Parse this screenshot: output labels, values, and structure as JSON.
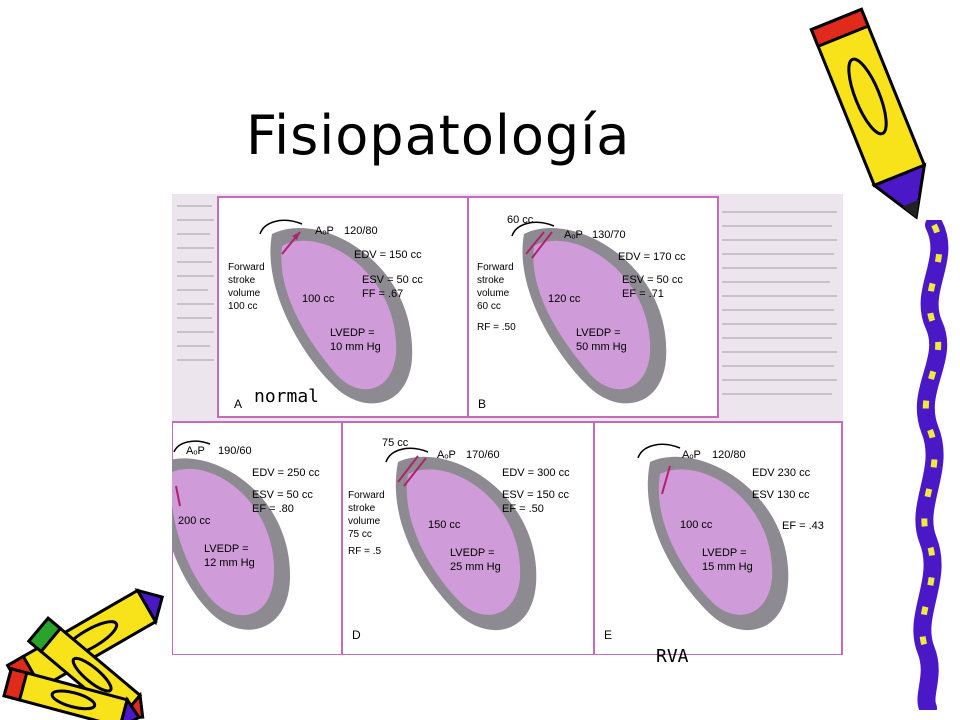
{
  "slide": {
    "title": "Fisiopatología",
    "note_normal": "normal",
    "note_rva": "RVA"
  },
  "panels": {
    "A": {
      "letter": "A",
      "aop_label": "AₒP",
      "pressure": "120/80",
      "edv": "EDV = 150 cc",
      "esv": "ESV = 50 cc",
      "ef": "FF = .67",
      "fsv1": "Forward",
      "fsv2": "stroke",
      "fsv3": "volume",
      "fsv4": "100 cc",
      "inner": "100 cc",
      "lvedp1": "LVEDP =",
      "lvedp2": "10 mm Hg"
    },
    "B": {
      "letter": "B",
      "regurg": "60 cc",
      "aop_label": "AₒP",
      "pressure": "130/70",
      "edv": "EDV = 170 cc",
      "esv": "ESV = 50 cc",
      "ef": "EF = .71",
      "fsv1": "Forward",
      "fsv2": "stroke",
      "fsv3": "volume",
      "fsv4": "60 cc",
      "rf": "RF = .50",
      "inner": "120 cc",
      "lvedp1": "LVEDP =",
      "lvedp2": "50 mm Hg"
    },
    "C": {
      "aop_label": "AₒP",
      "pressure": "190/60",
      "edv": "EDV = 250 cc",
      "esv": "ESV = 50 cc",
      "ef": "EF = .80",
      "inner": "200 cc",
      "lvedp1": "LVEDP =",
      "lvedp2": "12 mm Hg"
    },
    "D": {
      "letter": "D",
      "regurg": "75 cc",
      "aop_label": "AₒP",
      "pressure": "170/60",
      "edv": "EDV = 300 cc",
      "esv": "ESV = 150 cc",
      "ef": "EF = .50",
      "fsv1": "Forward",
      "fsv2": "stroke",
      "fsv3": "volume",
      "fsv4": "75 cc",
      "rf": "RF = .5",
      "inner": "150 cc",
      "lvedp1": "LVEDP =",
      "lvedp2": "25 mm Hg"
    },
    "E": {
      "letter": "E",
      "aop_label": "AₒP",
      "pressure": "120/80",
      "edv": "EDV 230 cc",
      "esv": "ESV 130 cc",
      "ef": "EF = .43",
      "inner": "100 cc",
      "lvedp1": "LVEDP =",
      "lvedp2": "15 mm Hg"
    }
  },
  "colors": {
    "chamber": "#cf9bd8",
    "wall": "#8d8a92",
    "scan_bg": "#ece5ee",
    "panel_border": "#c36cb9",
    "arrow": "#b0226f",
    "pencil_yellow": "#f8e21a",
    "pencil_red": "#e02a1c",
    "border_violet": "#4b18c8"
  }
}
